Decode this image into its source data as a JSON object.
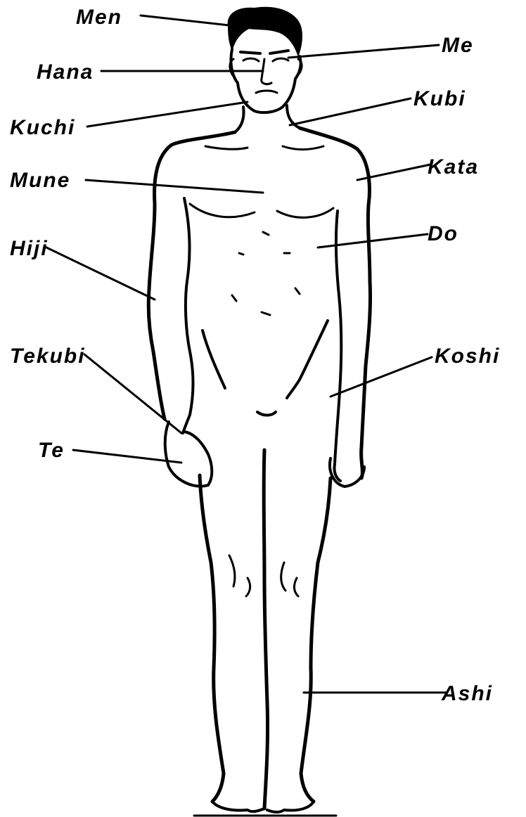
{
  "labels": {
    "men": "Men",
    "me": "Me",
    "hana": "Hana",
    "kuchi": "Kuchi",
    "kubi": "Kubi",
    "mune": "Mune",
    "kata": "Kata",
    "hiji": "Hiji",
    "do": "Do",
    "tekubi": "Tekubi",
    "koshi": "Koshi",
    "te": "Te",
    "ashi": "Ashi"
  },
  "colors": {
    "ink": "#000000",
    "background": "#ffffff"
  }
}
